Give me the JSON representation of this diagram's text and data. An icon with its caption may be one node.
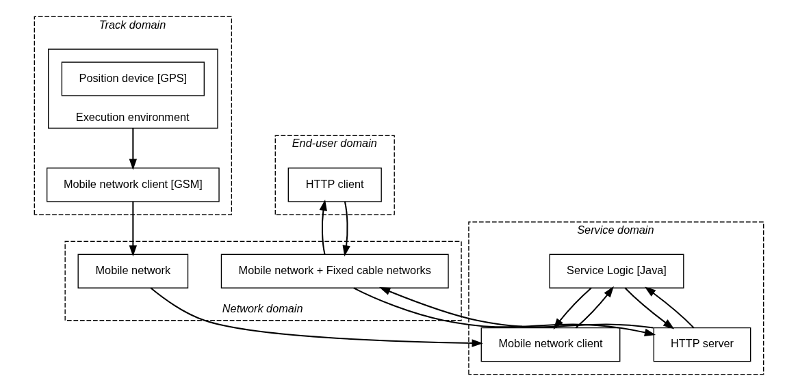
{
  "diagram": {
    "nodes": [
      {
        "text": [
          "Track domain"
        ]
      },
      {
        "text": [
          "Execution environment"
        ],
        "in": 0
      },
      {
        "text": [
          "Position device [GPS]"
        ],
        "in": 1
      },
      {
        "text": [
          "Mobile network client [GSM]"
        ],
        "in": 0
      },
      {
        "text": [
          "Service domain"
        ]
      },
      {
        "text": [
          "Service Logic [Java]"
        ],
        "in": 4
      },
      {
        "text": [
          "Mobile network client"
        ],
        "in": 4
      },
      {
        "text": [
          "HTTP server"
        ],
        "in": 4
      },
      {
        "text": [
          "End-user domain"
        ]
      },
      {
        "text": [
          "HTTP client"
        ],
        "in": 8
      },
      {
        "text": [
          "Network domain"
        ]
      },
      {
        "text": [
          "Mobile network"
        ],
        "in": 10
      },
      {
        "text": [
          "Mobile network + Fixed cable networks"
        ],
        "in": 10
      }
    ],
    "edges": [
      {
        "from": 1,
        "to": 3,
        "arrow": "to"
      },
      {
        "from": 3,
        "to": 11,
        "arrow": "to"
      },
      {
        "from": 11,
        "to": 6,
        "arrow": "to"
      },
      {
        "from": 6,
        "to": 5,
        "arrow": "to"
      },
      {
        "from": 5,
        "to": 6,
        "arrow": "to"
      },
      {
        "from": 5,
        "to": 7,
        "arrow": "to"
      },
      {
        "from": 7,
        "to": 5,
        "arrow": "to"
      },
      {
        "from": 7,
        "to": 12,
        "arrow": "to"
      },
      {
        "from": 12,
        "to": 7,
        "arrow": "to"
      },
      {
        "from": 9,
        "to": 12,
        "arrow": "to"
      },
      {
        "from": 12,
        "to": 9,
        "arrow": "to"
      }
    ]
  }
}
